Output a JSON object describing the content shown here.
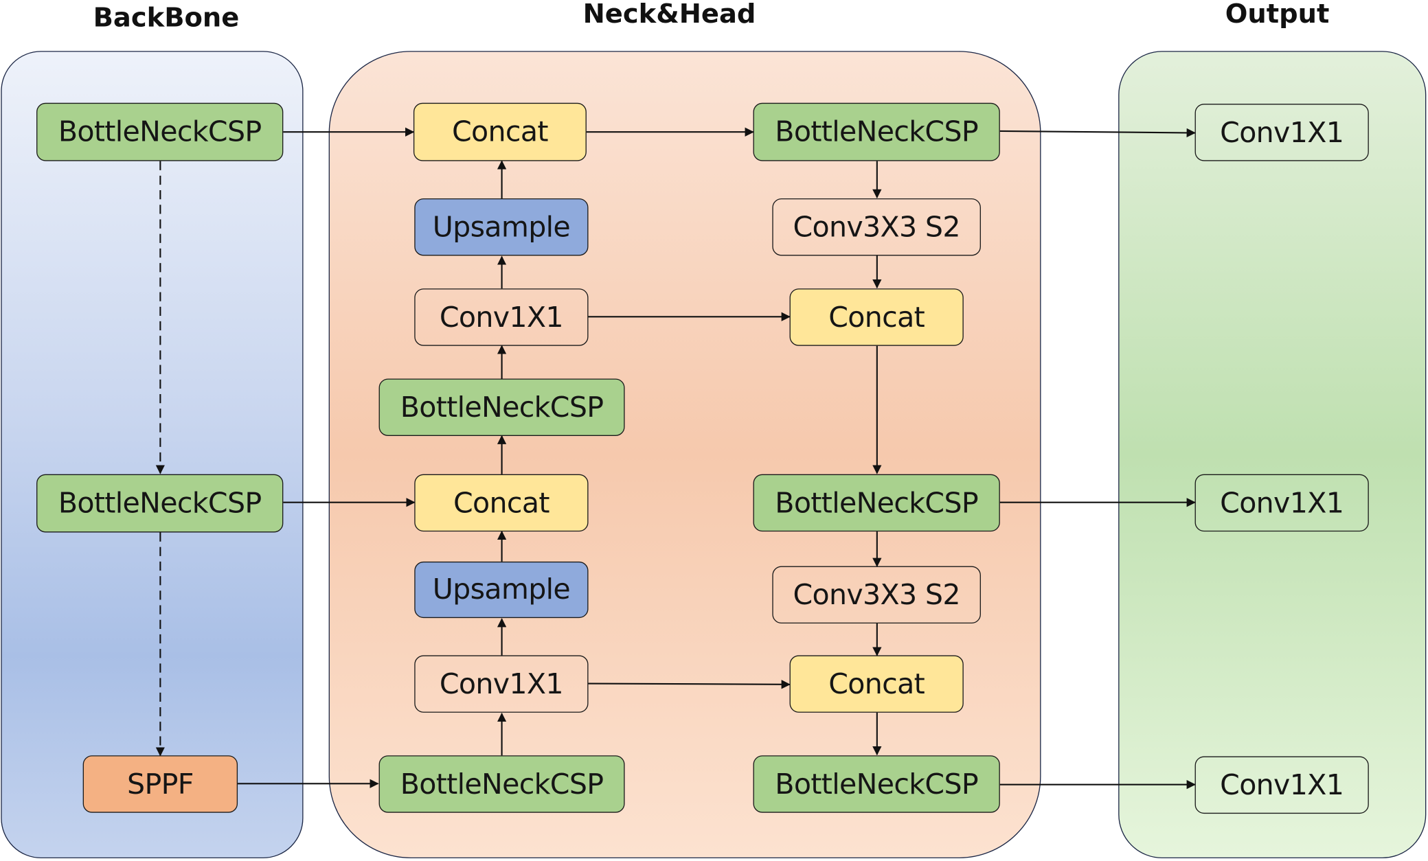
{
  "sections": {
    "backbone": "BackBone",
    "neck_head": "Neck&Head",
    "output": "Output"
  },
  "colors": {
    "bottleneck": "#a9d18e",
    "concat": "#ffe699",
    "upsample": "#8faadc",
    "sppf": "#f4b183",
    "backbone_panel": "#c9d6ef",
    "neck_panel": "#f6c9ad",
    "output_panel": "#bfe0b0"
  },
  "backbone": {
    "nodes": [
      "BottleNeckCSP",
      "BottleNeckCSP",
      "SPPF"
    ]
  },
  "neck": {
    "left_column": [
      "Concat",
      "Upsample",
      "Conv1X1",
      "BottleNeckCSP",
      "Concat",
      "Upsample",
      "Conv1X1",
      "BottleNeckCSP"
    ],
    "right_column": [
      "BottleNeckCSP",
      "Conv3X3 S2",
      "Concat",
      "BottleNeckCSP",
      "Conv3X3 S2",
      "Concat",
      "BottleNeckCSP"
    ]
  },
  "output": {
    "nodes": [
      "Conv1X1",
      "Conv1X1",
      "Conv1X1"
    ]
  }
}
